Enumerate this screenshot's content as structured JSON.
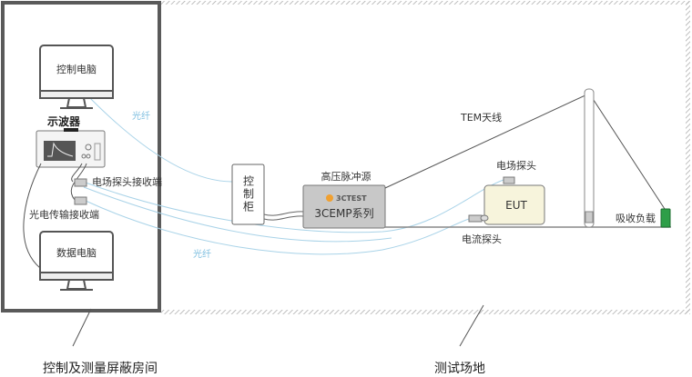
{
  "room": {
    "title": "控制及测量屏蔽房间",
    "control_pc": "控制电脑",
    "oscilloscope": "示波器",
    "e_probe_receiver": "电场探头接收端",
    "optical_receiver": "光电传输接收端",
    "data_pc": "数据电脑"
  },
  "fiber_label_1": "光纤",
  "fiber_label_2": "光纤",
  "site": {
    "title": "测试场地",
    "control_cabinet": "控制柜",
    "pulse_source_label": "高压脉冲源",
    "brand_logo": "3CTEST",
    "pulse_model": "3CEMP系列",
    "tem_antenna": "TEM天线",
    "e_probe": "电场探头",
    "eut": "EUT",
    "current_probe": "电流探头",
    "absorber": "吸收负载"
  },
  "colors": {
    "fiber": "#a9d3e8",
    "absorber": "#2e9e48",
    "eut_fill": "#f7f4dc",
    "source_fill": "#c8c8c8",
    "logo": "#f0a030"
  }
}
